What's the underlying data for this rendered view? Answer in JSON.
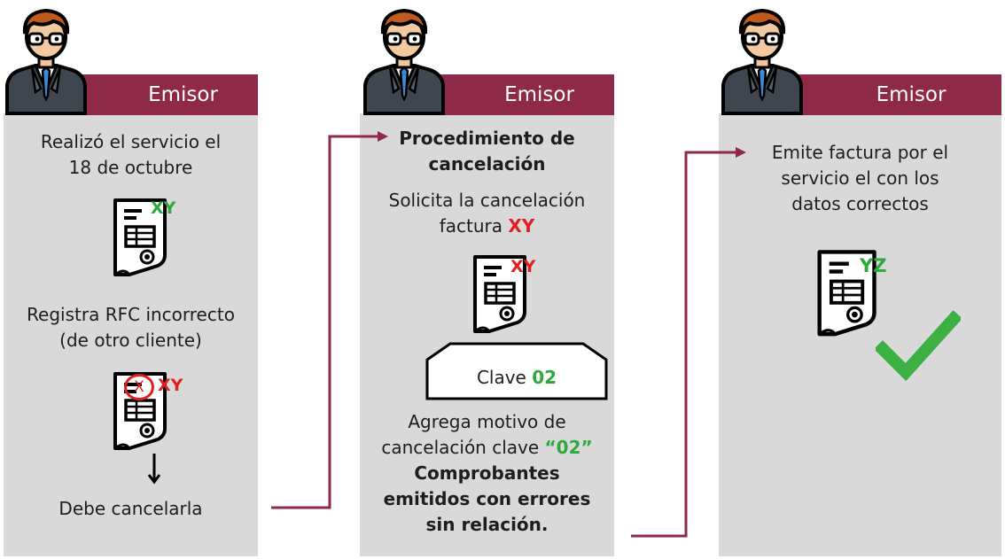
{
  "panels": [
    {
      "header": "Emisor",
      "line1": "Realizó el servicio el",
      "line2": "18 de octubre",
      "doc1_label": "XY",
      "line3": "Registra RFC incorrecto",
      "line4": "(de otro cliente)",
      "doc2_label": "XY",
      "doc2_mark": "X",
      "line5": "Debe cancelarla"
    },
    {
      "header": "Emisor",
      "title1": "Procedimiento de",
      "title2": "cancelación",
      "line1": "Solicita la cancelación",
      "line2_pre": "factura ",
      "line2_code": "XY",
      "doc_label": "XY",
      "clave_pre": "Clave ",
      "clave_code": "02",
      "line3": "Agrega motivo de",
      "line4_pre": "cancelación clave ",
      "line4_code": "“02”",
      "bold1": "Comprobantes",
      "bold2": "emitidos con errores",
      "bold3": "sin relación."
    },
    {
      "header": "Emisor",
      "line1": "Emite factura por el",
      "line2": "servicio el con los",
      "line3": "datos correctos",
      "doc_label": "YZ"
    }
  ],
  "colors": {
    "header_bg": "#8e2a47",
    "panel_bg": "#d9d9d9",
    "connector": "#8e2a47",
    "code_red": "#e02020",
    "code_green": "#2eaa3c"
  },
  "icons": [
    "person-avatar-icon",
    "invoice-document-icon",
    "check-mark-icon",
    "arrow-right-icon",
    "arrow-down-icon"
  ]
}
